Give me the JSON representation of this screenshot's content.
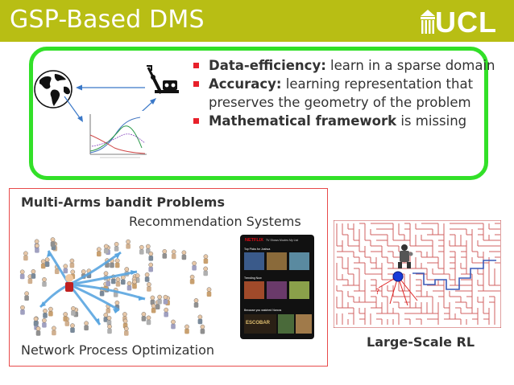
{
  "slide": {
    "title": "GSP-Based DMS",
    "logo_text": "UCL",
    "colors": {
      "header_bg": "#b8be14",
      "green_border": "#32e028",
      "red_border": "#e84a4a",
      "bullet_square": "#e8202a"
    }
  },
  "top_panel": {
    "icons": [
      "globe-icon",
      "robot-arm-icon",
      "line-chart-thumbnail"
    ],
    "bullets": [
      {
        "bold": "Data-efficiency:",
        "rest": " learn in a sparse domain"
      },
      {
        "bold": "Accuracy:",
        "rest": " learning representation that preserves the geometry of the problem"
      },
      {
        "bold": "Mathematical framework",
        "rest": " is missing"
      }
    ]
  },
  "applications": {
    "mab_label": "Multi-Arms bandit Problems",
    "recommendation_label": "Recommendation Systems",
    "network_label": "Network Process Optimization",
    "rl_label": "Large-Scale RL"
  },
  "netflix_screen": {
    "brand": "NETFLIX",
    "menu": "TV Shows  Movies  My List",
    "rows": [
      "Top Picks for Joshua",
      "Trending Now",
      "Because you watched Narcos"
    ],
    "featured": "ESCOBAR"
  },
  "small_chart_thumbnail": {
    "series_colors": [
      "#3a6fbf",
      "#d04a4a",
      "#2a9a4a",
      "#8a4ac0"
    ]
  }
}
